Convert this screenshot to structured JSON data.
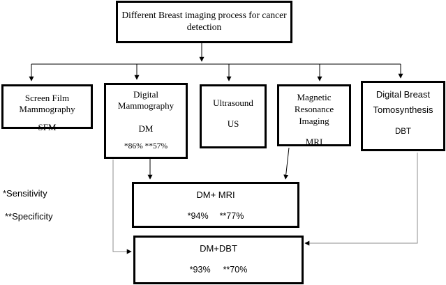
{
  "title": {
    "line1": "Different Breast imaging process for cancer",
    "line2": "detection"
  },
  "modalities": {
    "sfm": {
      "line1": "Screen Film",
      "line2": "Mammography",
      "abbr": "SFM"
    },
    "dm": {
      "line1": "Digital",
      "line2": "Mammography",
      "abbr": "DM",
      "stats": "*86% **57%"
    },
    "us": {
      "line1": "Ultrasound",
      "abbr": "US"
    },
    "mri": {
      "line1": "Magnetic",
      "line2": "Resonance",
      "line3": "Imaging",
      "abbr": "MRI"
    },
    "dbt": {
      "line1": "Digital Breast",
      "line2": "Tomosynthesis",
      "abbr": "DBT"
    }
  },
  "combos": {
    "dm_mri": {
      "label": "DM+ MRI",
      "sens": "*94%",
      "spec": "**77%"
    },
    "dm_dbt": {
      "label": "DM+DBT",
      "sens": "*93%",
      "spec": "**70%"
    }
  },
  "legend": {
    "sensitivity": "*Sensitivity",
    "specificity": "**Specificity"
  },
  "colors": {
    "line": "#000000",
    "grey_line": "#8c8c8c"
  }
}
